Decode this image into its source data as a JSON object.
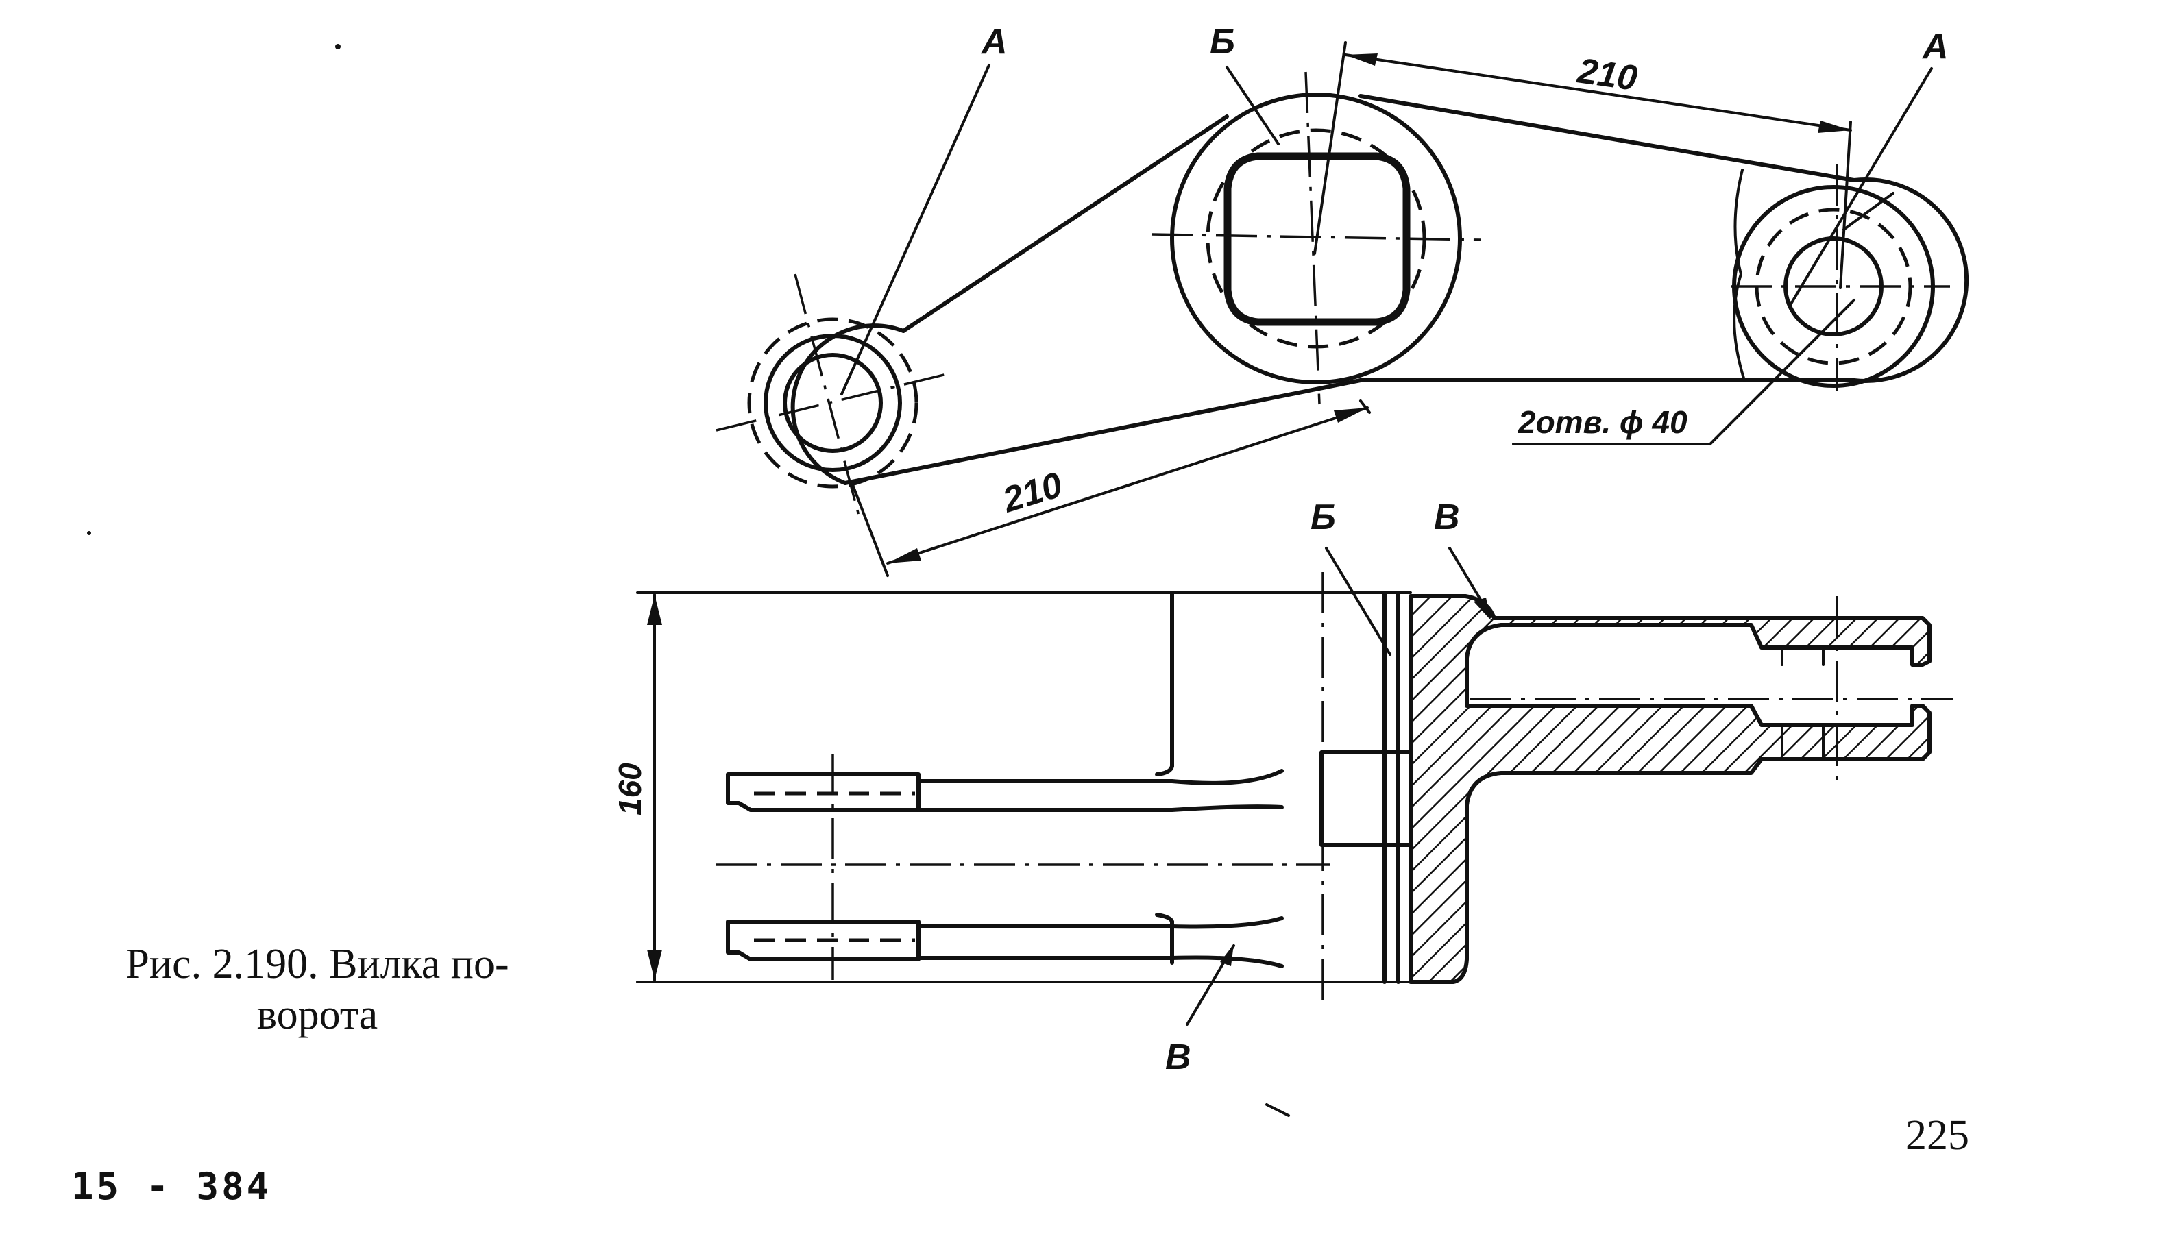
{
  "figure": {
    "caption_line1": "Рис. 2.190. Вилка по-",
    "caption_line2": "ворота"
  },
  "page_number": "225",
  "sheet_mark": "15 - 384",
  "labels": {
    "a_left": "A",
    "a_right": "A",
    "b_top": "Б",
    "b_bottom": "Б",
    "v_top": "В",
    "v_bottom": "В"
  },
  "dimensions": {
    "top_length": "210",
    "bottom_length": "210",
    "holes_note": "2отв. ϕ 40",
    "height": "160"
  }
}
